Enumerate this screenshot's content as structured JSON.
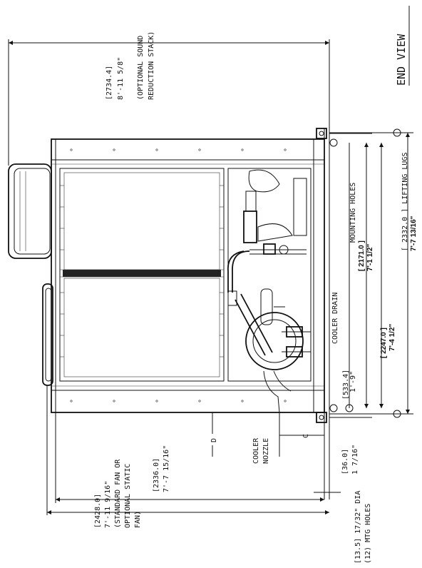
{
  "view_title": "END VIEW",
  "dimensions": {
    "sound_stack": [
      "[2734.4]",
      "8'-11 5/8\"",
      "(OPTIONAL SOUND",
      "REDUCTION STACK)"
    ],
    "mounting_holes": [
      "MOUNTING HOLES",
      "[ 2171.0 ]",
      "7'-1 1/2\""
    ],
    "lifting_lugs": [
      "[ 2332.0 ] LIFTING LUGS",
      "7'-7 13/16\""
    ],
    "cooler_drain": [
      "COOLER DRAIN",
      "[533.4]",
      "1'-9\""
    ],
    "cooler_drain_span": [
      "[ 2247.0 ]",
      "7'-4 1/2\""
    ],
    "cooler_nozzle": [
      "COOLER",
      "NOZZLE"
    ],
    "base_offset": [
      "[36.0]",
      "1 7/16\""
    ],
    "mtg_holes": [
      "[13.5] 17/32\" DIA",
      "(12) MTG HOLES"
    ],
    "static_width": [
      "[2336.0]",
      "7'-7 15/16\""
    ],
    "fan_width": [
      "[2428.0]",
      "7'-11 9/16\"",
      "(STANDARD FAN OR",
      "OPTIONAL STATIC",
      "FAN)"
    ],
    "label_c": "C",
    "label_d": "D"
  }
}
